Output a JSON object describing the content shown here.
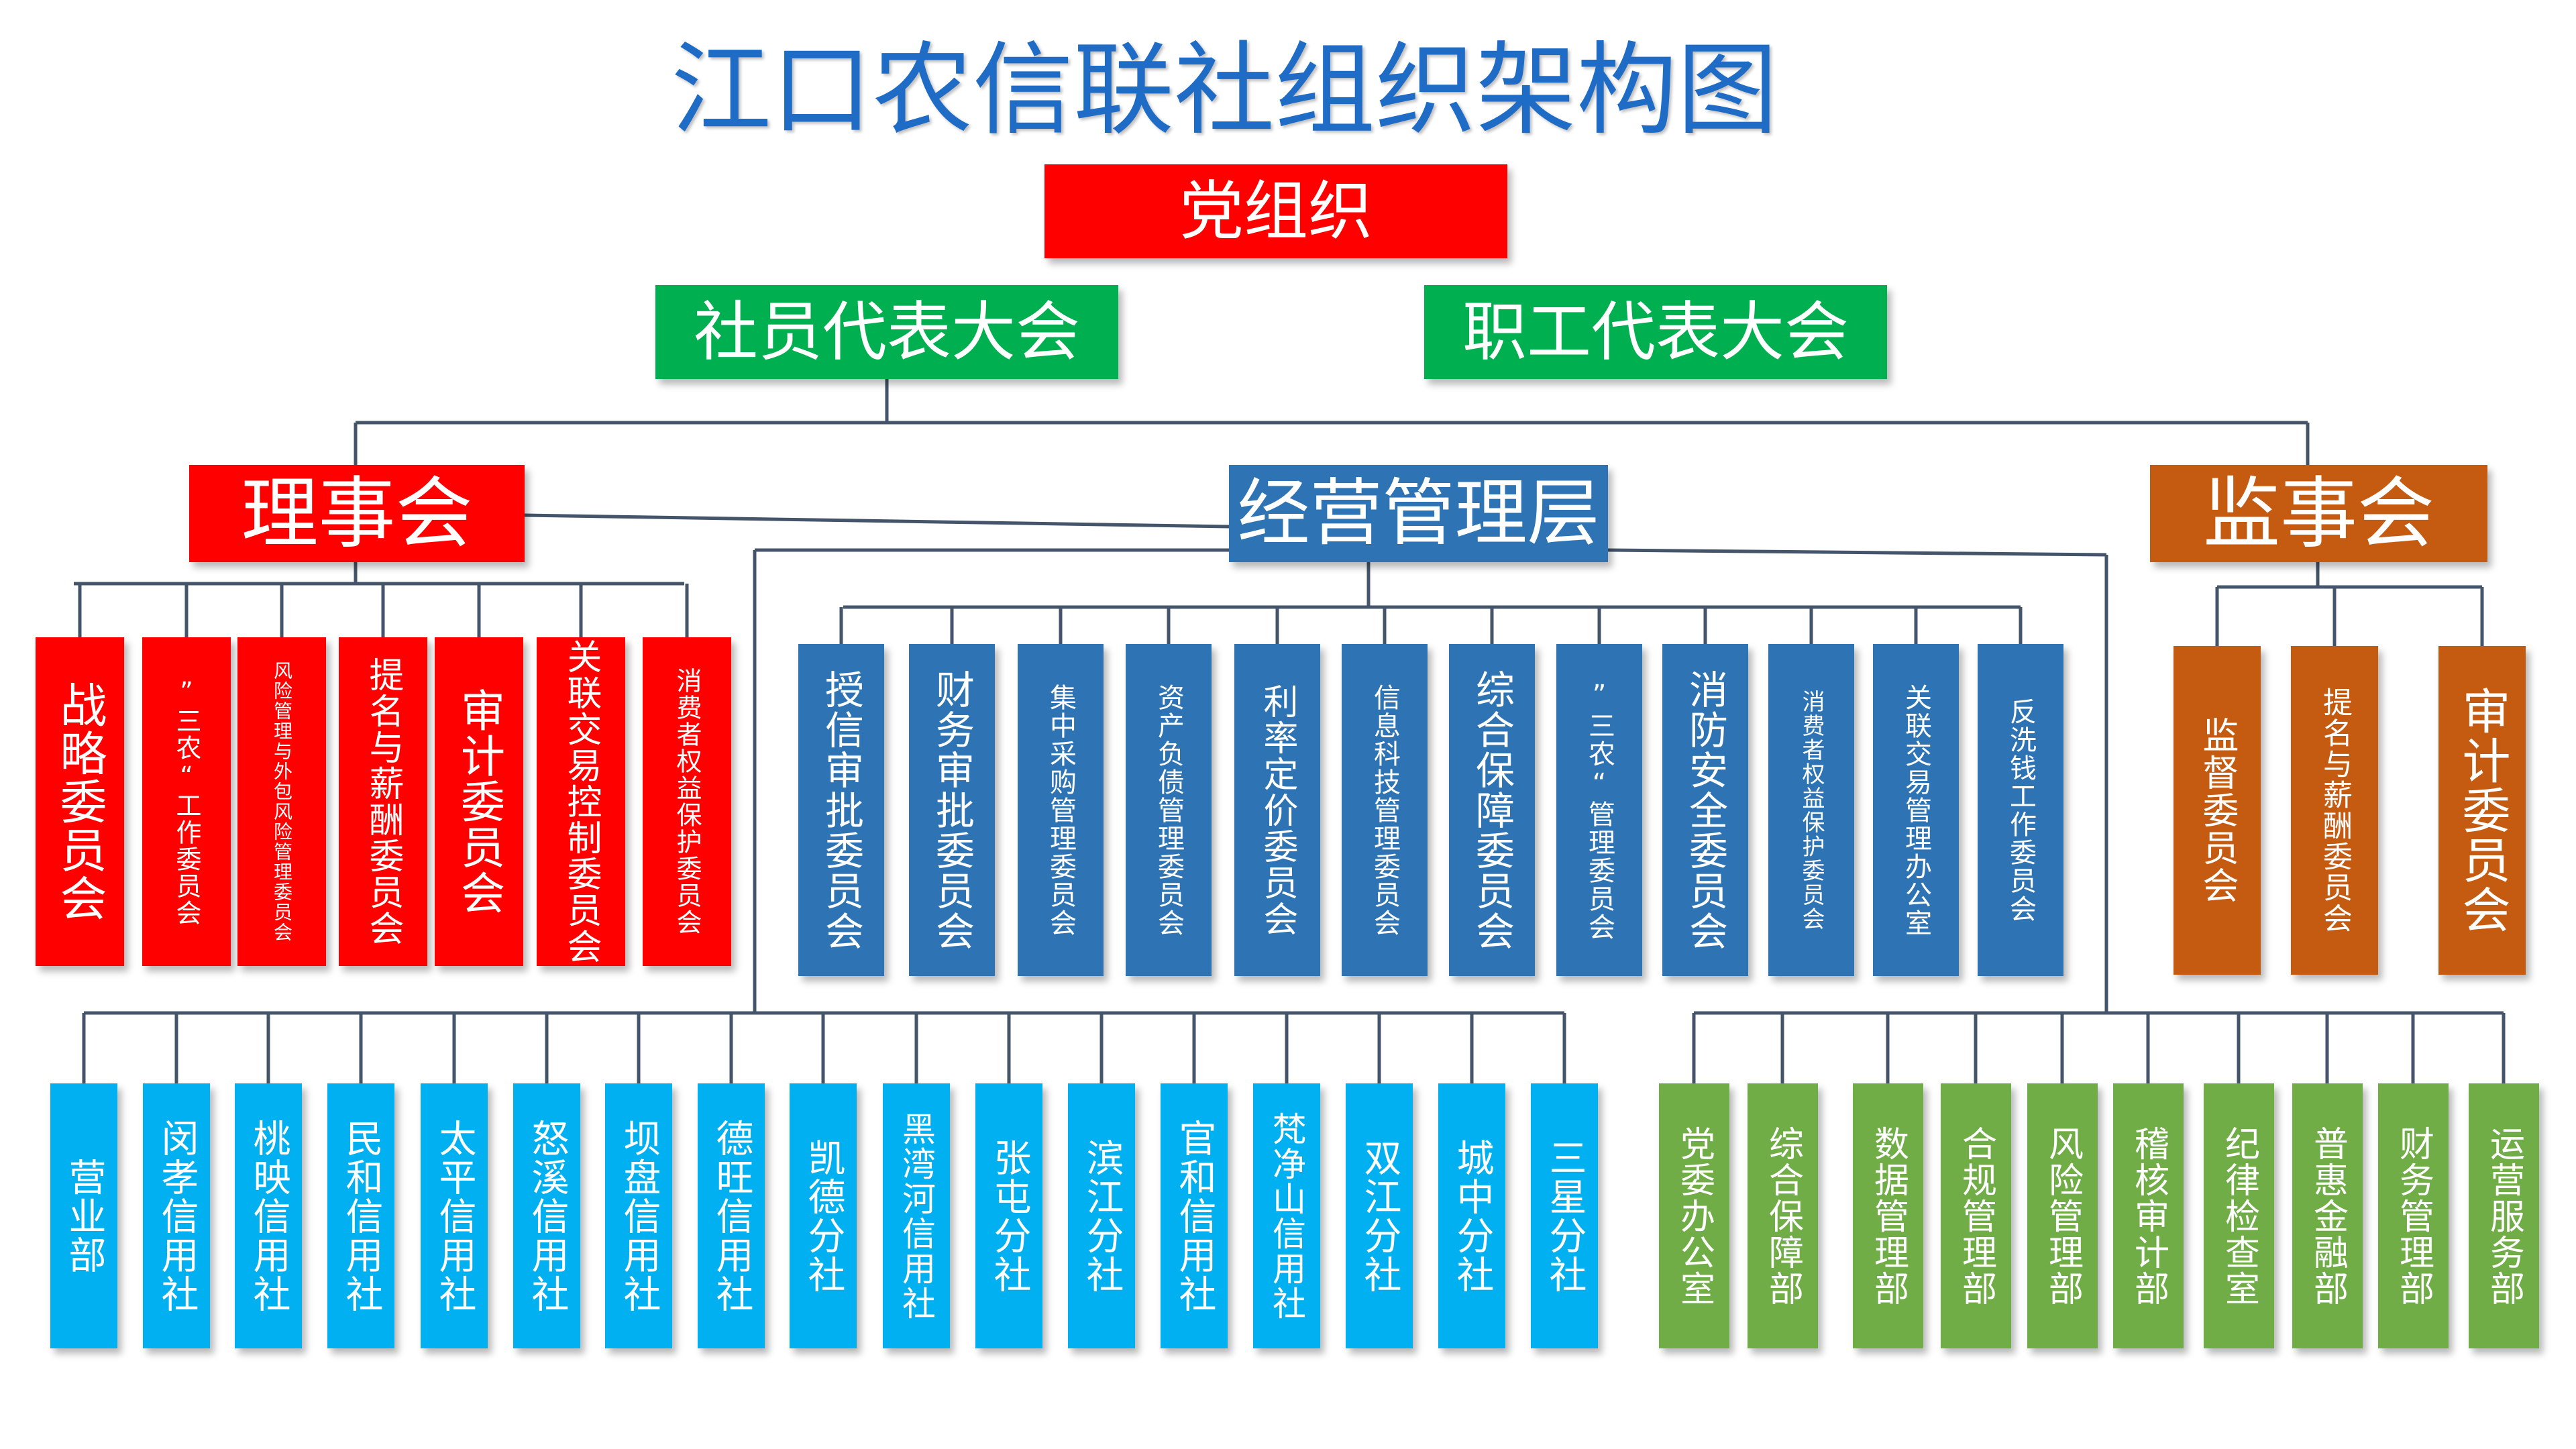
{
  "title": "江口农信联社组织架构图",
  "colors": {
    "title": "#1f6cc6",
    "party": "#ff0000",
    "congress": "#00b050",
    "board": "#ff0000",
    "management": "#2e74b5",
    "supervisors": "#c55a11",
    "branches": "#00b0f0",
    "departments": "#70ad47",
    "lines": "#44546a"
  },
  "party": "党组织",
  "congress": {
    "members": "社员代表大会",
    "staff": "职工代表大会"
  },
  "board": {
    "label": "理事会",
    "committees": [
      "战略委员会",
      "”三农“工作委员会",
      "风险管理与外包风险管理委员会",
      "提名与薪酬委员会",
      "审计委员会",
      "关联交易控制委员会",
      "消费者权益保护委员会"
    ]
  },
  "management": {
    "label": "经营管理层",
    "committees": [
      "授信审批委员会",
      "财务审批委员会",
      "集中采购管理委员会",
      "资产负债管理委员会",
      "利率定价委员会",
      "信息科技管理委员会",
      "综合保障委员会",
      "”三农“管理委员会",
      "消防安全委员会",
      "消费者权益保护委员会",
      "关联交易管理办公室",
      "反洗钱工作委员会"
    ]
  },
  "supervisors": {
    "label": "监事会",
    "committees": [
      "监督委员会",
      "提名与薪酬委员会",
      "审计委员会"
    ]
  },
  "branches": [
    "营业部",
    "闵孝信用社",
    "桃映信用社",
    "民和信用社",
    "太平信用社",
    "怒溪信用社",
    "坝盘信用社",
    "德旺信用社",
    "凯德分社",
    "黑湾河信用社",
    "张屯分社",
    "滨江分社",
    "官和信用社",
    "梵净山信用社",
    "双江分社",
    "城中分社",
    "三星分社"
  ],
  "departments": [
    "党委办公室",
    "综合保障部",
    "数据管理部",
    "合规管理部",
    "风险管理部",
    "稽核审计部",
    "纪律检查室",
    "普惠金融部",
    "财务管理部",
    "运营服务部"
  ]
}
